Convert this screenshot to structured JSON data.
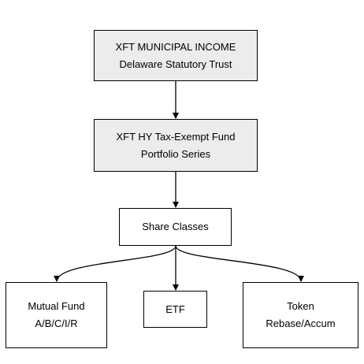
{
  "diagram": {
    "nodes": {
      "trust": {
        "line1": "XFT MUNICIPAL INCOME",
        "line2": "Delaware Statutory Trust"
      },
      "series": {
        "line1": "XFT HY Tax-Exempt Fund",
        "line2": "Portfolio Series"
      },
      "share_classes": {
        "line1": "Share Classes"
      },
      "mutual_fund": {
        "line1": "Mutual Fund",
        "line2": "A/B/C/I/R"
      },
      "etf": {
        "line1": "ETF"
      },
      "token": {
        "line1": "Token",
        "line2": "Rebase/Accum"
      }
    },
    "edges": [
      {
        "from": "trust",
        "to": "series"
      },
      {
        "from": "series",
        "to": "share_classes"
      },
      {
        "from": "share_classes",
        "to": "mutual_fund"
      },
      {
        "from": "share_classes",
        "to": "etf"
      },
      {
        "from": "share_classes",
        "to": "token"
      }
    ],
    "colors": {
      "shaded_fill": "#ececec",
      "plain_fill": "#ffffff",
      "stroke": "#000000"
    }
  }
}
